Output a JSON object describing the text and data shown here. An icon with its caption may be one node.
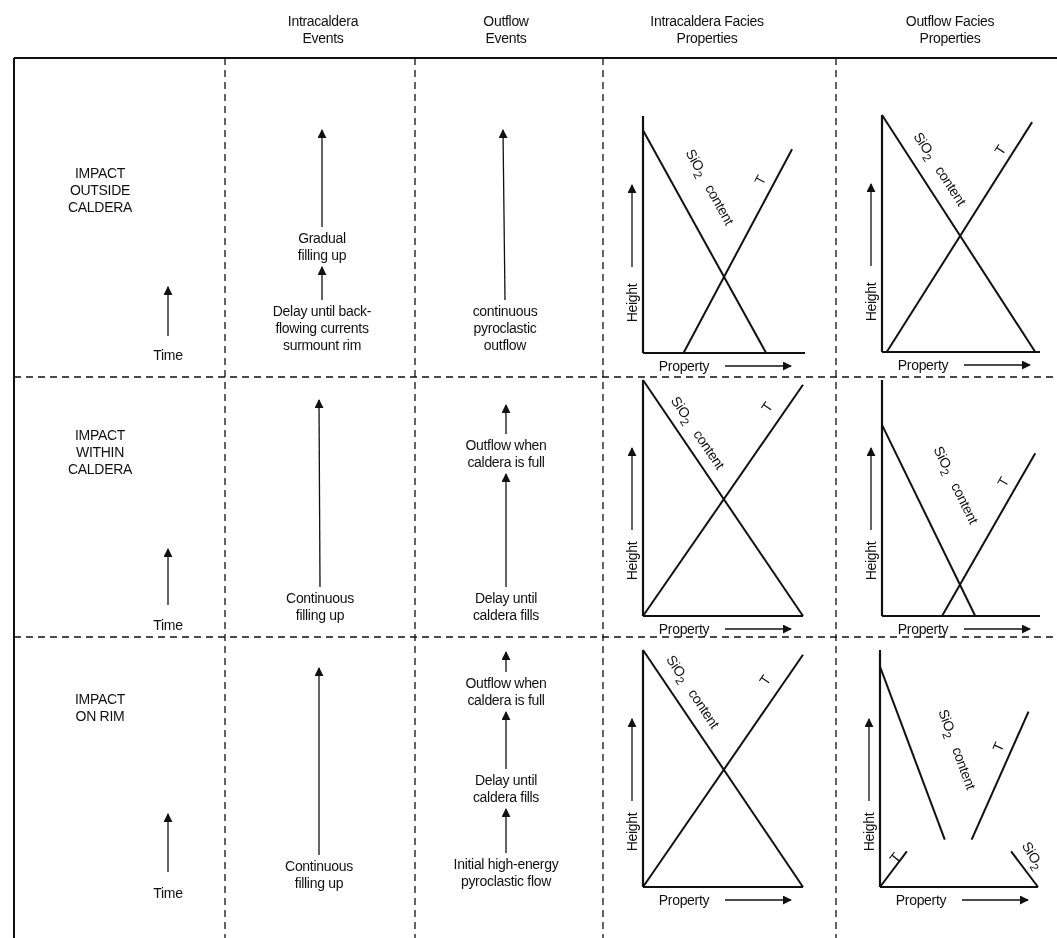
{
  "diagram": {
    "nodes": [
      {
        "text": [
          "Gradual filling up"
        ]
      },
      {
        "text": [
          "Delay until back-flowing currents surmount rim"
        ]
      },
      {
        "text": [
          "continuous pyroclastic outflow"
        ]
      },
      {
        "text": [
          "Continuous filling up"
        ]
      },
      {
        "text": [
          "Outflow when caldera is full"
        ]
      },
      {
        "text": [
          "Delay until caldera fills"
        ]
      },
      {
        "text": [
          "Continuous filling up"
        ]
      },
      {
        "text": [
          "Outflow when caldera is full"
        ]
      },
      {
        "text": [
          "Delay until caldera fills"
        ]
      },
      {
        "text": [
          "Initial high-energy pyroclastic flow"
        ]
      }
    ],
    "edges": [
      {
        "from": 1,
        "to": 0,
        "arrow": "to"
      },
      {
        "from": 0,
        "to": null,
        "arrow": "to"
      },
      {
        "from": 2,
        "to": null,
        "arrow": "to"
      },
      {
        "from": 3,
        "to": null,
        "arrow": "to"
      },
      {
        "from": 5,
        "to": 4,
        "arrow": "to"
      },
      {
        "from": 4,
        "to": null,
        "arrow": "to"
      },
      {
        "from": 6,
        "to": null,
        "arrow": "to"
      },
      {
        "from": 9,
        "to": 8,
        "arrow": "to"
      },
      {
        "from": 8,
        "to": 7,
        "arrow": "to"
      },
      {
        "from": 7,
        "to": null,
        "arrow": "to"
      }
    ],
    "labels": [
      "Intracaldera Events",
      "Outflow Events",
      "Intracaldera Facies Properties",
      "Outflow Facies Properties",
      "IMPACT OUTSIDE CALDERA",
      "Time",
      "SiO$_{2}$ content",
      "T",
      "Height",
      "Property",
      "SiO$_{2}$ content",
      "T",
      "Height",
      "Property",
      "IMPACT WITHIN CALDERA",
      "Time",
      "SiO$_{2}$ content",
      "T",
      "Height",
      "Property",
      "SiO$_{2}$ content",
      "T",
      "Height",
      "Property",
      "IMPACT ON RIM",
      "Time",
      "SiO$_{2}$ content",
      "T",
      "Height",
      "Property",
      "SiO$_{2}$ content",
      "T",
      "Height",
      "T",
      "SiO$_{2}$",
      "Property"
    ]
  }
}
